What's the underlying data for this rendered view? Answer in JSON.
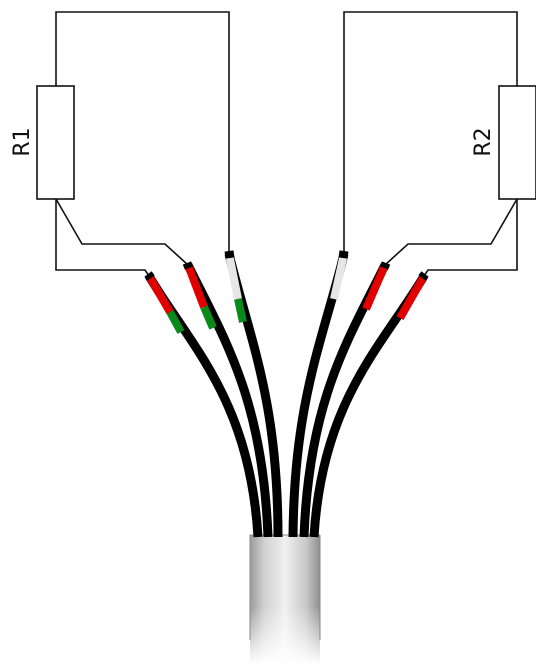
{
  "diagram": {
    "resistors": [
      {
        "id": "r1",
        "label": "R1"
      },
      {
        "id": "r2",
        "label": "R2"
      }
    ],
    "colors": {
      "circuit_line": "#111111",
      "wire_insulation": "#000000",
      "red": "#e10000",
      "green": "#0a8a1a",
      "white": "#e6e6e6",
      "cable_sheath_light": "#f2f2f2",
      "cable_sheath_mid": "#bfbfbf",
      "cable_sheath_dark": "#9a9a9a"
    },
    "wires": [
      {
        "name": "wire-1",
        "colors": [
          "red",
          "green"
        ]
      },
      {
        "name": "wire-2",
        "colors": [
          "red",
          "green"
        ]
      },
      {
        "name": "wire-3",
        "colors": [
          "white",
          "green"
        ]
      },
      {
        "name": "wire-4",
        "colors": [
          "white"
        ]
      },
      {
        "name": "wire-5",
        "colors": [
          "red"
        ]
      },
      {
        "name": "wire-6",
        "colors": [
          "red"
        ]
      }
    ]
  }
}
